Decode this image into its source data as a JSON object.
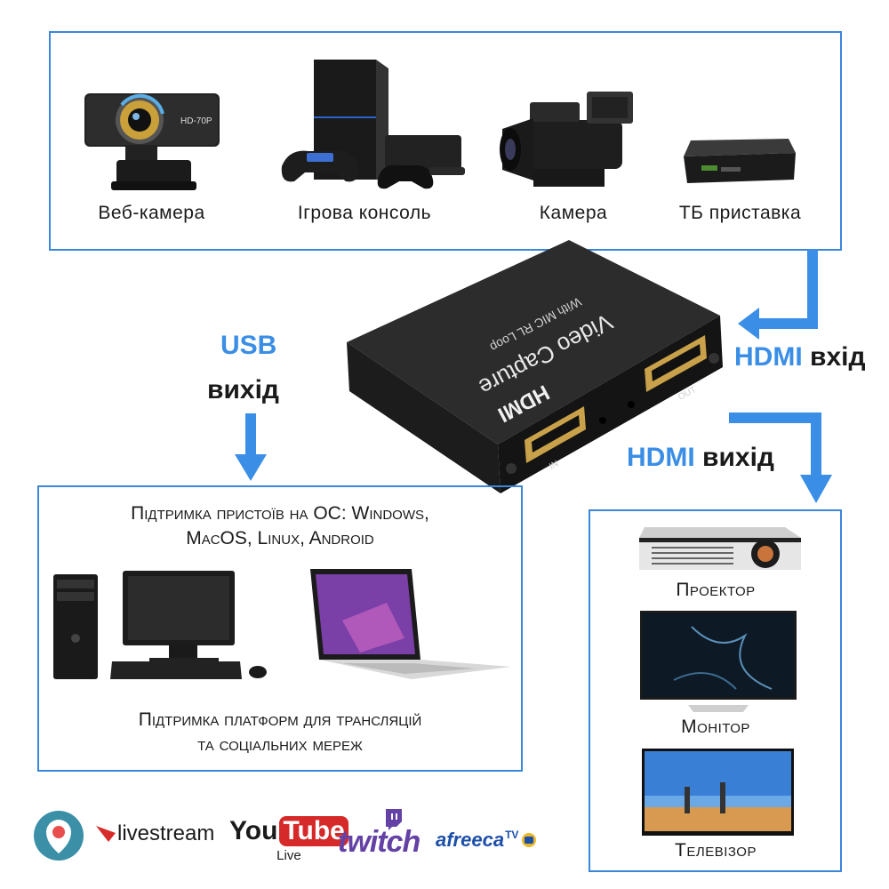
{
  "sources": {
    "webcam": "Веб-камера",
    "console": "Ігрова консоль",
    "camera": "Камера",
    "tvbox": "ТБ приставка"
  },
  "webcam_model": "HD-70P",
  "device": {
    "line1": "Video Capture",
    "line2": "With MIC RL Loop",
    "brand": "HDMI",
    "port_out": "OUT",
    "port_in": "IN"
  },
  "labels": {
    "usb_blue": "USB",
    "usb_dark": "вихід",
    "hdmi_in_blue": "HDMI",
    "hdmi_in_dark": "вхід",
    "hdmi_out_blue": "HDMI",
    "hdmi_out_dark": "вихід"
  },
  "os_support": {
    "line1": "Підтримка пристоїв на ОС: Windows,",
    "line2": "MacOS, Linux, Android"
  },
  "platforms_support": {
    "line1": "Підтримка платформ для трансляцій",
    "line2": "та соціальних мереж"
  },
  "outputs": {
    "projector": "Проектор",
    "monitor": "Монітор",
    "tv": "Телевізор"
  },
  "logos": {
    "livestream": "livestream",
    "youtube_you": "You",
    "youtube_tube": "Tube",
    "youtube_live": "Live",
    "twitch": "twitch",
    "afreeca": "afreeca",
    "afreeca_tv": "TV"
  },
  "colors": {
    "accent": "#3a86d9",
    "arrow": "#3a8ee6"
  }
}
